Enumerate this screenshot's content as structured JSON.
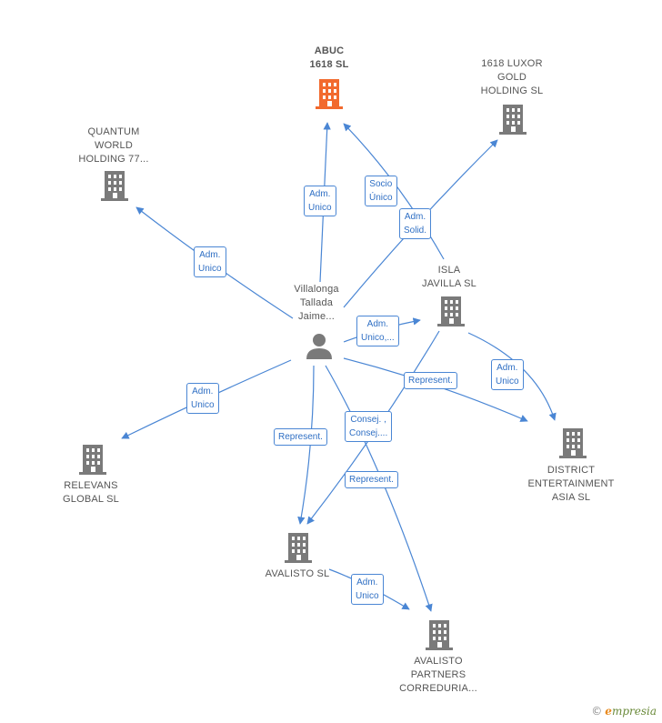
{
  "colors": {
    "edge": "#4a86d4",
    "node_default": "#7a7a7a",
    "node_main": "#f26a2e",
    "label_text": "#555555"
  },
  "nodes": {
    "abuc": {
      "label": "ABUC\n1618  SL",
      "icon": "building-icon",
      "main": true
    },
    "luxor": {
      "label": "1618 LUXOR\nGOLD\nHOLDING  SL",
      "icon": "building-icon"
    },
    "quantum": {
      "label": "QUANTUM\nWORLD\nHOLDING 77...",
      "icon": "building-icon"
    },
    "isla": {
      "label": "ISLA\nJAVILLA  SL",
      "icon": "building-icon"
    },
    "person": {
      "label": "Villalonga\nTallada\nJaime...",
      "icon": "person-icon"
    },
    "district": {
      "label": "DISTRICT\nENTERTAINMENT\nASIA  SL",
      "icon": "building-icon"
    },
    "relevans": {
      "label": "RELEVANS\nGLOBAL  SL",
      "icon": "building-icon"
    },
    "avalisto": {
      "label": "AVALISTO  SL",
      "icon": "building-icon"
    },
    "partners": {
      "label": "AVALISTO\nPARTNERS\nCORREDURIA...",
      "icon": "building-icon"
    }
  },
  "edge_labels": {
    "adm_unico_abuc": "Adm.\nUnico",
    "socio_unico": "Socio\nÚnico",
    "adm_solid": "Adm.\nSolid.",
    "adm_unico_quantum": "Adm.\nUnico",
    "adm_unico_isla": "Adm.\nUnico,...",
    "adm_unico_district": "Adm.\nUnico",
    "represent_district": "Represent.",
    "adm_unico_relevans": "Adm.\nUnico",
    "consej": "Consej. ,\nConsej....",
    "represent_avalisto": "Represent.",
    "represent_partners": "Represent.",
    "adm_unico_partners": "Adm.\nUnico"
  },
  "footer": {
    "copyright": "©",
    "brand_initial": "e",
    "brand_rest": "mpresia"
  }
}
